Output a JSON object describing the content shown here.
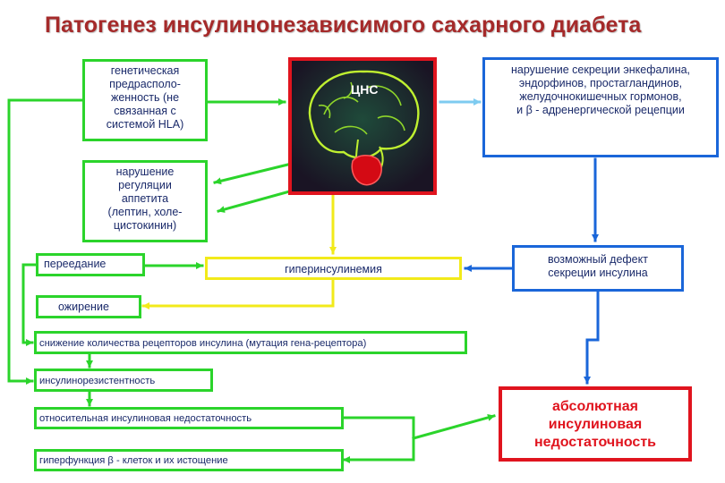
{
  "title": "Патогенез инсулинонезависимого сахарного диабета",
  "colors": {
    "title": "#a52a2a",
    "green": "#2bd42b",
    "yellow": "#f2ea1a",
    "blue": "#1a66d9",
    "red": "#e0141e"
  },
  "brain": {
    "label": "ЦНС",
    "icon": "brain-with-pituitary-image"
  },
  "boxes": {
    "genetic": "генетическая\nпредрасполо-\nженность (не\nсвязанная  с\nсистемой HLA)",
    "appetite": "нарушение\nрегуляции\nаппетита\n(лептин, холе-\nцистокинин)",
    "hormones": "нарушение секреции энкефалина,\nэндорфинов, простагландинов,\nжелудочнокишечных гормонов,\nи β - адренергической рецепции",
    "overeating": "переедание",
    "hyperinsulinemia": "гиперинсулинемия",
    "defect": "возможный дефект\nсекреции инсулина",
    "obesity": "ожирение",
    "receptors": "снижение количества рецепторов инсулина (мутация гена-рецептора)",
    "resistance": "инсулинорезистентность",
    "relative": "относительная инсулиновая недостаточность",
    "hyperfunction": "гиперфункция β - клеток и их истощение",
    "absolute": "абсолютная\nинсулиновая\nнедостаточность"
  }
}
